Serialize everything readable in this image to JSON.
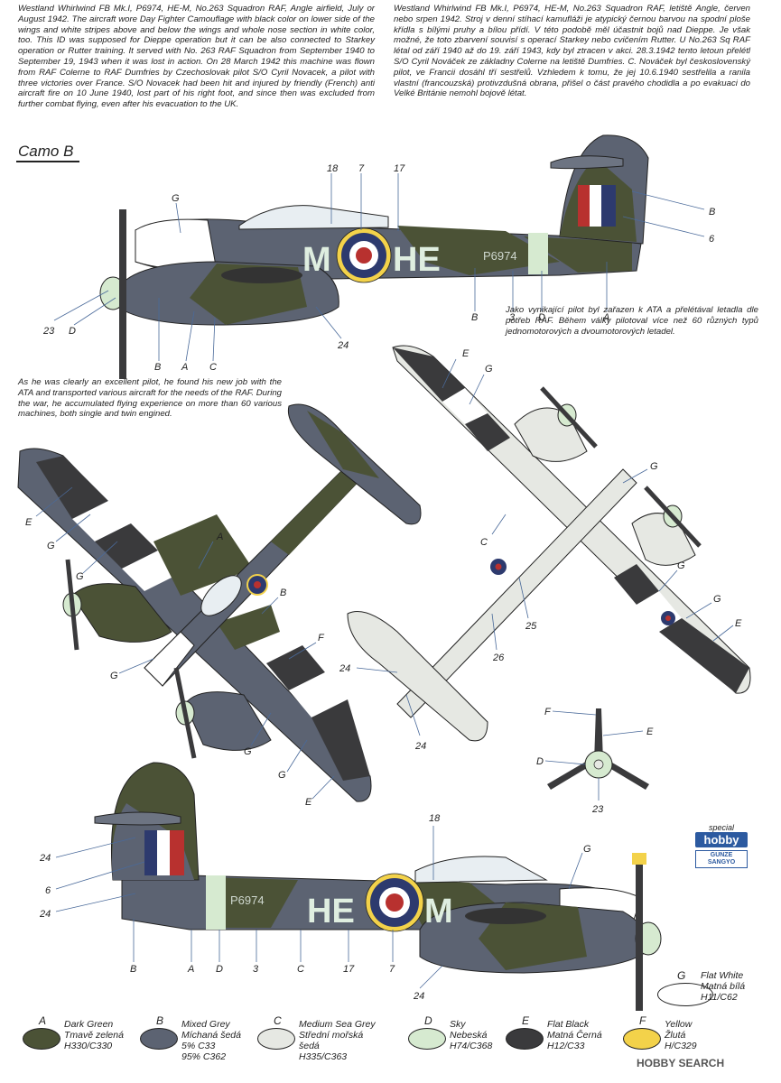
{
  "intro_en": "Westland Whirlwind FB Mk.I, P6974, HE-M, No.263 Squadron RAF, Angle airfield, July or August 1942. The aircraft wore Day Fighter Camouflage with black color on lower side of the wings and white stripes above and below the wings and whole nose section in white color, too. This ID was supposed for Dieppe operation but it can be also connected to Starkey operation or Rutter training. It served with No. 263 RAF Squadron from September 1940 to September 19, 1943 when it was lost in action. On 28 March 1942 this machine was flown from RAF Colerne to RAF Dumfries by Czechoslovak pilot S/O Cyril Novacek, a pilot with three victories over France. S/O Novacek had been hit and injured by friendly (French) anti aircraft fire on 10 June 1940, lost part of his right foot, and since then was excluded from further combat flying, even after his evacuation to the UK.",
  "intro_cz": "Westland Whirlwind FB Mk.I, P6974, HE-M, No.263 Squadron RAF, letiště Angle, červen nebo srpen 1942. Stroj v denní stíhací kamufláži je atypický černou barvou na spodní ploše křídla s bílými pruhy a bílou přídí. V této podobě měl účastnit bojů nad Dieppe. Je však možné, že toto zbarvení souvisí s operací Starkey nebo cvičením Rutter. U No.263 Sq RAF létal od září 1940 až do 19. září 1943, kdy byl ztracen v akci. 28.3.1942 tento letoun přelétl S/O Cyril Nováček ze základny Colerne na letiště Dumfries. C. Nováček byl československý pilot, ve Francii dosáhl tří sestřelů. Vzhledem k tomu, že jej 10.6.1940 sestřelila a ranila vlastní (francouzská) protivzdušná obrana, přišel o část pravého chodidla a po evakuaci do Velké Británie nemohl bojově létat.",
  "camo_title": "Camo B",
  "mid_cz": "Jako vynikající pilot byl zařazen k ATA a přelétával letadla dle potřeb RAF. Během války pilotoval více než 60 různých typů jednomotorových a dvoumotorových letadel.",
  "mid_en": "As he was clearly an excellent pilot, he found his new job with the ATA and transported various aircraft for the needs of the RAF. During the war, he accumulated flying experience on more than 60 various machines, both single and twin engined.",
  "codes": {
    "left_side": "M",
    "left_side_2": "HE",
    "right_side": "HE",
    "right_side_2": "M",
    "serial": "P6974"
  },
  "callouts": {
    "top": [
      "18",
      "7",
      "17",
      "G",
      "B",
      "6",
      "23",
      "D",
      "B",
      "A",
      "C",
      "24",
      "B",
      "3",
      "D",
      "A"
    ],
    "left_plan": [
      "E",
      "G",
      "G",
      "A",
      "B",
      "F",
      "G",
      "G",
      "G",
      "E"
    ],
    "right_plan": [
      "E",
      "G",
      "G",
      "C",
      "G",
      "G",
      "E",
      "25",
      "26",
      "24",
      "24"
    ],
    "prop": [
      "F",
      "E",
      "D",
      "23"
    ],
    "bottom": [
      "18",
      "G",
      "24",
      "6",
      "24",
      "B",
      "A",
      "D",
      "3",
      "C",
      "17",
      "7",
      "24"
    ]
  },
  "legend": [
    {
      "letter": "A",
      "en": "Dark Green",
      "cz": "Tmavě zelená",
      "code": "H330/C330",
      "color": "#4b5236"
    },
    {
      "letter": "B",
      "en": "Mixed Grey",
      "cz": "Míchaná šedá",
      "code": "5% C33",
      "code2": "95% C362",
      "color": "#5c6372"
    },
    {
      "letter": "C",
      "en": "Medium Sea Grey",
      "cz": "Střední mořská šedá",
      "code": "H335/C363",
      "color": "#e6e8e3"
    },
    {
      "letter": "D",
      "en": "Sky",
      "cz": "Nebeská",
      "code": "H74/C368",
      "color": "#d6ead0"
    },
    {
      "letter": "E",
      "en": "Flat Black",
      "cz": "Matná Černá",
      "code": "H12/C33",
      "color": "#3a3a3c"
    },
    {
      "letter": "F",
      "en": "Yellow",
      "cz": "Žlutá",
      "code": "H/C329",
      "color": "#f3d24a"
    }
  ],
  "legend_g": {
    "letter": "G",
    "en": "Flat White",
    "cz": "Matná bílá",
    "code": "H11/C62",
    "color": "#ffffff"
  },
  "logo": {
    "special": "special",
    "hobby": "hobby",
    "gunze": "GUNZE SANGYO"
  },
  "watermark": "HOBBY SEARCH",
  "colors": {
    "dark_green": "#4b5236",
    "mixed_grey": "#5c6372",
    "sea_grey": "#e6e8e3",
    "sky": "#d6ead0",
    "black": "#3a3a3c",
    "yellow": "#f3d24a",
    "roundel_red": "#b8312f",
    "roundel_blue": "#2d3a6e"
  }
}
